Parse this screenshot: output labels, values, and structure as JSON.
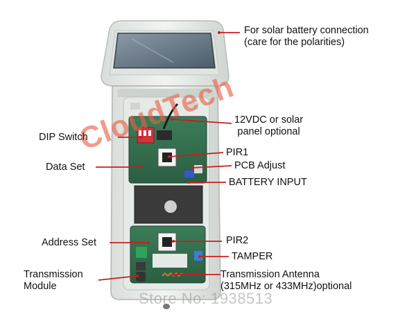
{
  "labels": {
    "solar_line1": "For solar battery connection",
    "solar_line2": "(care for the polarities)",
    "vdc_line1": "12VDC or solar",
    "vdc_line2": "panel optional",
    "dip_switch": "DIP Switch",
    "pir1": "PIR1",
    "data_set": "Data Set",
    "pcb_adjust": "PCB Adjust",
    "battery_input": "BATTERY INPUT",
    "address_set": "Address Set",
    "pir2": "PIR2",
    "tamper": "TAMPER",
    "transmission_module_line1": "Transmission",
    "transmission_module_line2": "Module",
    "antenna_line1": "Transmission Antenna",
    "antenna_line2": "(315MHz or 433MHz)optional"
  },
  "watermarks": {
    "brand": "CloudTech",
    "store": "Store No: 1938513"
  },
  "colors": {
    "leader": "#c81e1e",
    "housing": "#e9ecea",
    "pcb": "#2f6d4c",
    "watermark_brand": "#e85f46"
  }
}
